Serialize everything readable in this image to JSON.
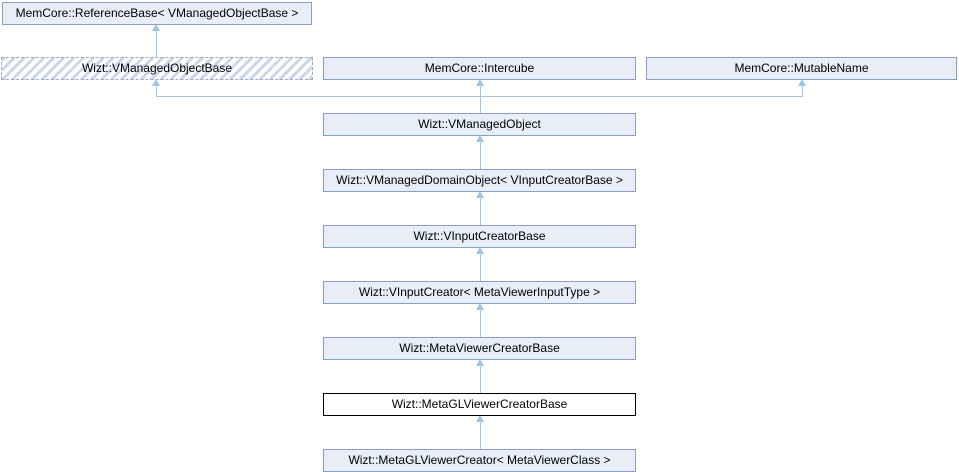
{
  "diagram": {
    "kind": "class-inheritance-graph",
    "colors": {
      "node_fill": "#e8edf7",
      "node_border": "#8ba0c7",
      "hatch_stripe": "#ccd7ee",
      "dashed_border": "#9aa9ce",
      "current_node_border": "#000000",
      "current_node_fill": "#ffffff",
      "edge": "#a0c6e2",
      "text": "#000000"
    },
    "nodes": [
      {
        "id": "referencebase",
        "label": "MemCore::ReferenceBase< VManagedObjectBase >",
        "style": "solid"
      },
      {
        "id": "vmanagedobjectbase",
        "label": "Wizt::VManagedObjectBase",
        "style": "dashed-hatched"
      },
      {
        "id": "intercube",
        "label": "MemCore::Intercube",
        "style": "solid"
      },
      {
        "id": "mutablename",
        "label": "MemCore::MutableName",
        "style": "solid"
      },
      {
        "id": "vmanagedobject",
        "label": "Wizt::VManagedObject",
        "style": "solid"
      },
      {
        "id": "vmanageddomainobject",
        "label": "Wizt::VManagedDomainObject< VInputCreatorBase >",
        "style": "solid"
      },
      {
        "id": "vinputcreatorbase",
        "label": "Wizt::VInputCreatorBase",
        "style": "solid"
      },
      {
        "id": "vinputcreator",
        "label": "Wizt::VInputCreator< MetaViewerInputType >",
        "style": "solid"
      },
      {
        "id": "metaviewercreatorbase",
        "label": "Wizt::MetaViewerCreatorBase",
        "style": "solid"
      },
      {
        "id": "metaglviewercreatorbase",
        "label": "Wizt::MetaGLViewerCreatorBase",
        "style": "current"
      },
      {
        "id": "metaglviewercreator",
        "label": "Wizt::MetaGLViewerCreator< MetaViewerClass >",
        "style": "solid"
      }
    ],
    "edges": [
      {
        "child": "vmanagedobjectbase",
        "parent": "referencebase"
      },
      {
        "child": "vmanagedobject",
        "parent": "vmanagedobjectbase"
      },
      {
        "child": "vmanagedobject",
        "parent": "intercube"
      },
      {
        "child": "vmanagedobject",
        "parent": "mutablename"
      },
      {
        "child": "vmanageddomainobject",
        "parent": "vmanagedobject"
      },
      {
        "child": "vinputcreatorbase",
        "parent": "vmanageddomainobject"
      },
      {
        "child": "vinputcreator",
        "parent": "vinputcreatorbase"
      },
      {
        "child": "metaviewercreatorbase",
        "parent": "vinputcreator"
      },
      {
        "child": "metaglviewercreatorbase",
        "parent": "metaviewercreatorbase"
      },
      {
        "child": "metaglviewercreator",
        "parent": "metaglviewercreatorbase"
      }
    ]
  }
}
